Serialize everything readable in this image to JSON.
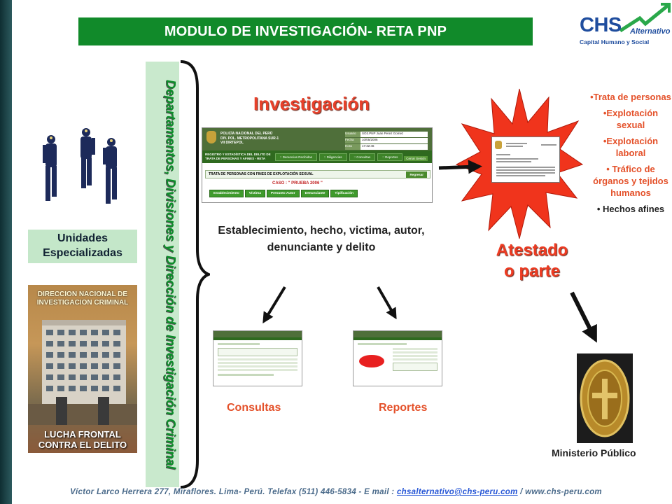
{
  "header": {
    "title": "MODULO DE INVESTIGACIÓN- RETA PNP"
  },
  "logo": {
    "name": "CHS",
    "tag": "Alternativo",
    "subtitle": "Capital Humano y Social"
  },
  "left": {
    "unidades_label": "Unidades Especializadas",
    "poster_title": "DIRECCION NACIONAL DE INVESTIGACION CRIMINAL",
    "poster_footer": "LUCHA FRONTAL CONTRA EL DELITO"
  },
  "departments_text": "Departamentos, Divisiones y Dirección de Investigación Criminal",
  "investigacion": {
    "title": "Investigación",
    "description": "Establecimiento, hecho, victima, autor, denunciante y delito"
  },
  "screenshot": {
    "org_lines": [
      "POLICÍA NACIONAL DEL PERÚ",
      "DIV. POL. METROPOLITANA SUR-1",
      "VII DIRTEPOL"
    ],
    "fields": [
      {
        "label": "Usuario",
        "value": "SO3.PNP Juan Perez Gomez"
      },
      {
        "label": "Fecha",
        "value": "10/05/2006"
      },
      {
        "label": "Hora",
        "value": "17:32:46"
      }
    ],
    "logout": "Cerrar Sesión",
    "nav_title": "REGISTRO Y ESTADÍSTICA DEL DELITO DE TRATA DE PERSONAS Y AFINES - RETA",
    "nav_tabs": [
      ":: Denuncias Recibidas",
      ":: Diligencias",
      ":: Consultas",
      ":: Reportes"
    ],
    "section_title": "TRATA DE PERSONAS CON FINES DE EXPLOTACIÓN SEXUAL",
    "back_button": "Regresar",
    "case_label": "CASO : \" PRUEBA 2006 \"",
    "case_tabs": [
      "Establecimiento",
      "Víctima",
      "Presunto Autor",
      "Denunciante",
      "Tipificación"
    ]
  },
  "outputs": {
    "consultas": "Consultas",
    "reportes": "Reportes"
  },
  "atestado": {
    "line1": "Atestado",
    "line2": "o parte"
  },
  "crimes": [
    "•Trata de personas",
    "•Explotación sexual",
    "•Explotación laboral",
    "• Tráfico de órganos y tejidos humanos",
    "• Hechos afines"
  ],
  "ministerio": "Ministerio Público",
  "footer": {
    "text": "Víctor Larco Herrera 277, Miraflores. Lima- Perú. Telefax (511) 446-5834 - E mail : ",
    "email": "chsalternativo@chs-peru.com",
    "website": " / www.chs-peru.com"
  },
  "colors": {
    "title_bar": "#118a2a",
    "accent_red": "#ee3b22",
    "dept_green": "#0c8e2a",
    "star_red": "#f0341c"
  }
}
